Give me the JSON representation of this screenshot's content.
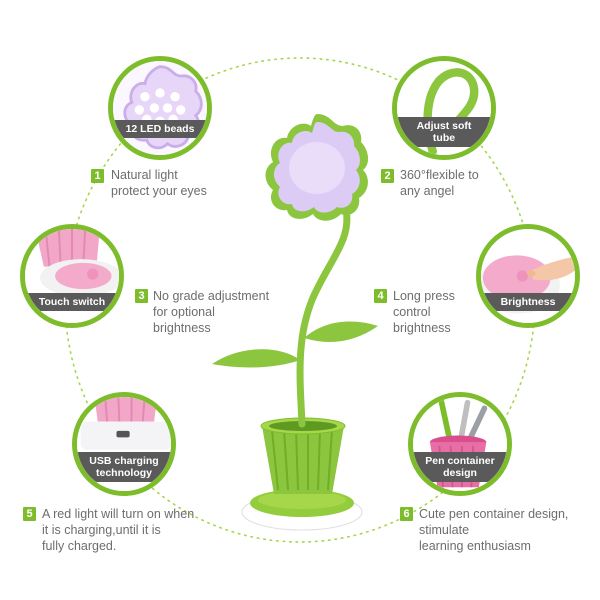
{
  "features": [
    {
      "num": "1",
      "title": "12 LED beads",
      "lines": [
        "Natural light",
        "protect your eyes"
      ]
    },
    {
      "num": "2",
      "title": "Adjust soft tube",
      "lines": [
        "360°flexible to",
        "any angel"
      ]
    },
    {
      "num": "3",
      "title": "Touch switch",
      "lines": [
        "No grade adjustment",
        "for optional",
        "brightness"
      ]
    },
    {
      "num": "4",
      "title": "Brightness",
      "lines": [
        "Long press",
        "control",
        "brightness"
      ]
    },
    {
      "num": "5",
      "title": "USB charging technology",
      "lines": [
        "A red light will turn on when",
        "it is charging,until it is",
        "fully charged."
      ]
    },
    {
      "num": "6",
      "title": "Pen container design",
      "lines": [
        "Cute pen container design,",
        "stimulate",
        "learning enthusiasm"
      ]
    }
  ],
  "captions": {
    "c1": "12 LED beads",
    "c2_1": "Adjust soft",
    "c2_2": "tube",
    "c3": "Touch switch",
    "c4": "Brightness",
    "c5_1": "USB charging",
    "c5_2": "technology",
    "c6_1": "Pen container",
    "c6_2": "design"
  },
  "colors": {
    "accent": "#7dbd2b",
    "caption_bg": "#5a5a5a",
    "lamp_shade": "#d7c7f0",
    "pink": "#f2a6c8",
    "green_light": "#a6d64a"
  }
}
